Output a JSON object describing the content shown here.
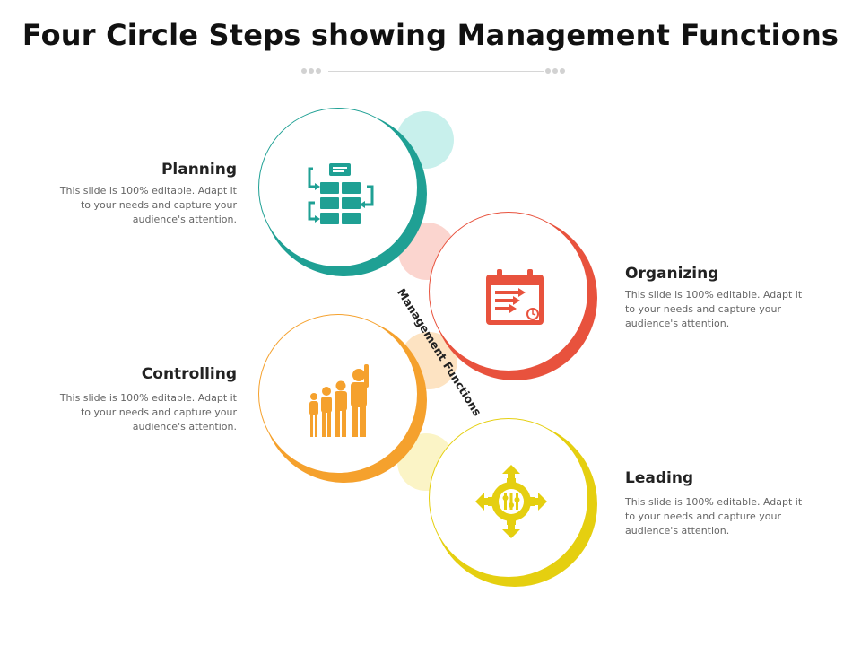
{
  "title": "Four Circle Steps showing Management Functions",
  "center_label": "Management Functions",
  "colors": {
    "planning": "#1fa094",
    "organizing": "#e8523d",
    "controlling": "#f5a12d",
    "leading": "#e5cf10"
  },
  "steps": [
    {
      "title": "Planning",
      "description": "This slide is 100% editable. Adapt it to your needs and capture your audience's attention.",
      "icon": "workflow-table-icon"
    },
    {
      "title": "Organizing",
      "description": "This slide is 100% editable. Adapt it to your needs and capture your audience's attention.",
      "icon": "calendar-schedule-icon"
    },
    {
      "title": "Controlling",
      "description": "This slide is 100% editable. Adapt it to your needs and capture your audience's attention.",
      "icon": "team-growth-icon"
    },
    {
      "title": "Leading",
      "description": "This slide is 100% editable. Adapt it to your needs and capture your audience's attention.",
      "icon": "gear-arrows-icon"
    }
  ]
}
